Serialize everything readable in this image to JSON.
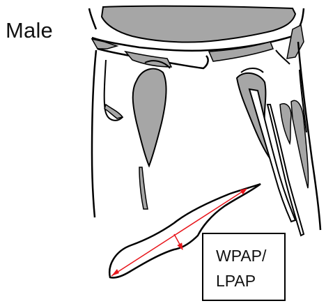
{
  "figure": {
    "sex_label": "Male",
    "legend": {
      "line1": "WPAP/",
      "line2": "LPAP"
    }
  },
  "colors": {
    "bone_fill": "#a6a6a6",
    "outline": "#000000",
    "measure_arrow": "#e8151b",
    "background": "#ffffff"
  },
  "icons": {
    "length_arrow": "double-headed-arrow",
    "width_arrow": "single-headed-arrow"
  }
}
